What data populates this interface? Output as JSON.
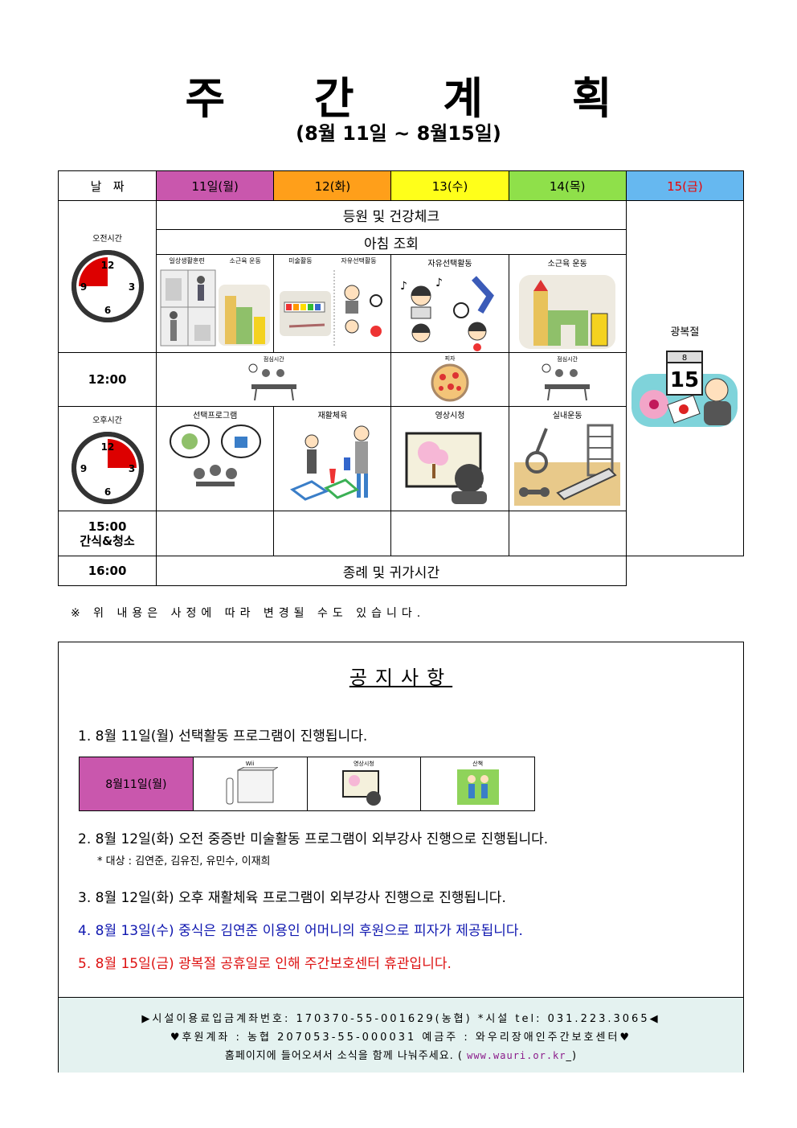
{
  "title": "주 간 계 획",
  "subtitle": "(8월 11일 ~ 8월15일)",
  "header": {
    "date_label": "날   짜",
    "days": [
      "11일(월)",
      "12(화)",
      "13(수)",
      "14(목)",
      "15(금)"
    ]
  },
  "rows": {
    "morning_label": "오전시간",
    "arrival": "등원 및 건강체크",
    "assembly": "아침 조회",
    "mon_a": "일상생활훈련",
    "mon_b": "소근육 운동",
    "tue_a": "미술활동",
    "tue_b": "자유선택활동",
    "wed": "자유선택활동",
    "thu": "소근육 운동",
    "noon": "12:00",
    "lunch": "점심시간",
    "pizza": "피자",
    "afternoon_label": "오후시간",
    "pm_mon": "선택프로그램",
    "pm_tue": "재활체육",
    "pm_wed": "영상시청",
    "pm_thu": "실내운동",
    "snack_time": "15:00",
    "snack_label": "간식&청소",
    "end_time": "16:00",
    "end_label": "종례 및 귀가시간",
    "holiday": "광복절",
    "calendar_month": "8",
    "calendar_day": "15"
  },
  "clock_numbers": [
    "12",
    "3",
    "6",
    "9"
  ],
  "note": "※ 위 내용은 사정에 따라 변경될 수도 있습니다.",
  "notice": {
    "title": "공지사항",
    "item1": "1. 8월 11일(월) 선택활동 프로그램이 진행됩니다.",
    "mini_date": "8월11일(월)",
    "mini_labels": [
      "Wii",
      "영상시청",
      "산책"
    ],
    "item2": "2. 8월 12일(화) 오전 중증반 미술활동 프로그램이 외부강사 진행으로 진행됩니다.",
    "item2_sub": "* 대상 : 김연준, 김유진, 유민수, 이재희",
    "item3": "3. 8월 12일(화) 오후 재활체육 프로그램이 외부강사 진행으로 진행됩니다.",
    "item4": "4. 8월 13일(수) 중식은 김연준 이용인 어머니의 후원으로 피자가 제공됩니다.",
    "item5": "5. 8월 15일(금) 광복절 공휴일로 인해 주간보호센터 휴관입니다."
  },
  "footer": {
    "line1": "▶시설이용료입금계좌번호: 170370-55-001629(농협) *시설 tel: 031.223.3065◀",
    "line2": "♥후원계좌 : 농협 207053-55-000031 예금주 : 와우리장애인주간보호센터♥",
    "line3_text": "홈페이지에 들어오셔서 소식을 함께 나눠주세요. ( ",
    "line3_link": "www.wauri.or.kr",
    "line3_end": "_)"
  },
  "colors": {
    "mon": "#c957ad",
    "tue": "#ff9f1a",
    "wed": "#ffff1a",
    "thu": "#8fe04a",
    "fri": "#66b8f0",
    "holiday_text": "#e00000",
    "notice_blue": "#1018b0",
    "notice_red": "#d11111",
    "footer_bg": "#e4f2f0"
  }
}
